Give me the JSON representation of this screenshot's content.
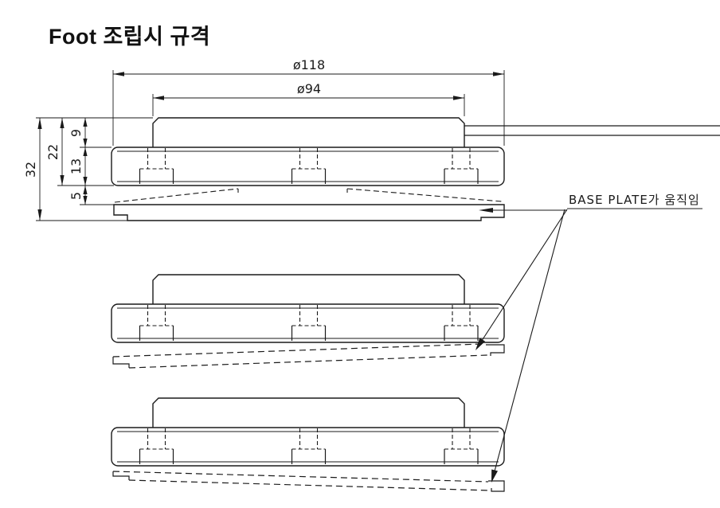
{
  "title": "Foot 조립시 규격",
  "colors": {
    "line": "#1a1a1a",
    "background": "#ffffff"
  },
  "dimensions": {
    "outer_diameter": "ø118",
    "cap_diameter": "ø94",
    "total_height": "32",
    "upper_assembly_height": "22",
    "cap_height": "9",
    "plate_height": "13",
    "base_gap": "5"
  },
  "annotation": {
    "base_plate_note": "BASE PLATE가 움직임"
  }
}
